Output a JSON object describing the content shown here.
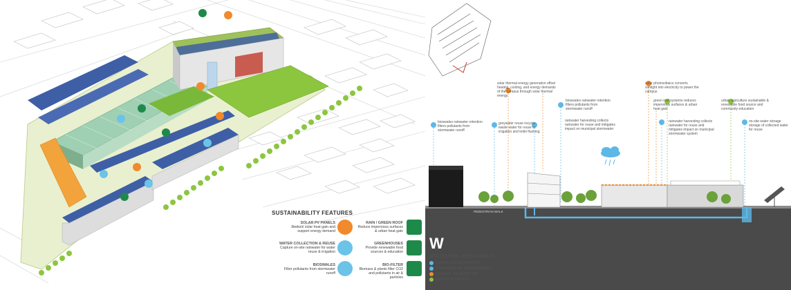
{
  "legend": {
    "title": "SUSTAINABILITY FEATURES",
    "items": [
      {
        "title": "SOLAR PV PANELS",
        "desc": "Reduce solar heat gain and support energy demand",
        "color": "#f08a2c",
        "icon": "sun-icon"
      },
      {
        "title": "WATER COLLECTION & REUSE",
        "desc": "Capture on-site rainwater for water reuse & irrigation",
        "color": "#6cc3e8",
        "icon": "water-drop-icon"
      },
      {
        "title": "BIOSWALES",
        "desc": "Filter pollutants from stormwater runoff",
        "color": "#6cc3e8",
        "icon": "bioswale-icon"
      },
      {
        "title": "RAIN / GREEN ROOF",
        "desc": "Reduce impervious surfaces & urban heat gain",
        "color": "#1e8a4a",
        "icon": "green-roof-icon"
      },
      {
        "title": "GREENHOUSES",
        "desc": "Provide renewable food sources & education",
        "color": "#1e8a4a",
        "icon": "greenhouse-icon"
      },
      {
        "title": "BIO-FILTER",
        "desc": "Biomass & plants filter CO2 and pollutants in air & particles",
        "color": "#1e8a4a",
        "icon": "biofilter-icon"
      }
    ]
  },
  "section": {
    "label": "W",
    "title": "SITE SECTION - SUSTAINABILITY",
    "legend": [
      {
        "label": "WATER CONSERVATION",
        "color": "#5cb8e6"
      },
      {
        "label": "STORMWATER MANAGEMENT",
        "color": "#5cb8e6"
      },
      {
        "label": "ENERGY GENERATION",
        "color": "#f08a2c"
      },
      {
        "label": "BIOPHILIC DESIGN",
        "color": "#8cc63f"
      }
    ],
    "ground_label": "PEDESTRIAN WALK",
    "annotations": [
      {
        "text": "solar thermal energy generation offset heating, cooling, and energy demands of the campus through solar thermal energy",
        "color": "#f08a2c"
      },
      {
        "text": "bioswales rainwater retention filters pollutants from stormwater runoff",
        "color": "#5cb8e6"
      },
      {
        "text": "bioswales rainwater retention filters pollutants from stormwater runoff",
        "color": "#5cb8e6"
      },
      {
        "text": "greywater reuse recycle waste water for reuse in irrigation and toilet flushing",
        "color": "#5cb8e6"
      },
      {
        "text": "rainwater harvesting collects rainwater for reuse and mitigates impact on municipal stormwater",
        "color": "#5cb8e6"
      },
      {
        "text": "solar photovoltaics converts sunlight into electricity to power the campus",
        "color": "#f08a2c"
      },
      {
        "text": "green roof systems reduces impervious surfaces & urban heat gain",
        "color": "#8cc63f"
      },
      {
        "text": "rainwater harvesting collects rainwater for reuse and mitigates impact on municipal stormwater system",
        "color": "#5cb8e6"
      },
      {
        "text": "urban agriculture sustainable & renewable food source and community education",
        "color": "#8cc63f"
      },
      {
        "text": "on-site water storage storage of collected water for reuse",
        "color": "#5cb8e6"
      }
    ]
  }
}
